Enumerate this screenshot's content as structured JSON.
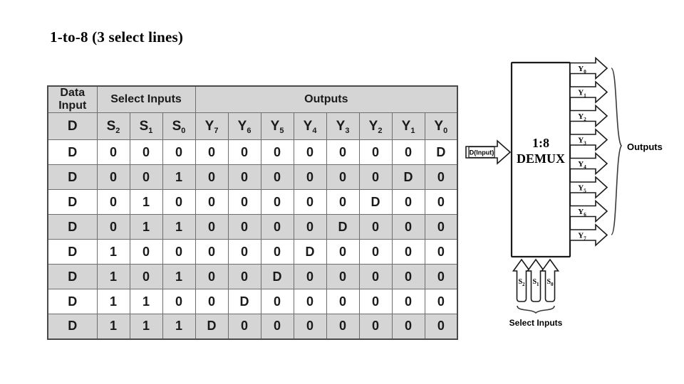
{
  "title": "1-to-8 (3 select lines)",
  "table": {
    "group_headers": [
      {
        "label": "Data Input",
        "span": 1
      },
      {
        "label": "Select Inputs",
        "span": 3
      },
      {
        "label": "Outputs",
        "span": 8
      }
    ],
    "column_headers": [
      {
        "base": "D",
        "sub": ""
      },
      {
        "base": "S",
        "sub": "2"
      },
      {
        "base": "S",
        "sub": "1"
      },
      {
        "base": "S",
        "sub": "0"
      },
      {
        "base": "Y",
        "sub": "7"
      },
      {
        "base": "Y",
        "sub": "6"
      },
      {
        "base": "Y",
        "sub": "5"
      },
      {
        "base": "Y",
        "sub": "4"
      },
      {
        "base": "Y",
        "sub": "3"
      },
      {
        "base": "Y",
        "sub": "2"
      },
      {
        "base": "Y",
        "sub": "1"
      },
      {
        "base": "Y",
        "sub": "0"
      }
    ],
    "rows": [
      [
        "D",
        "0",
        "0",
        "0",
        "0",
        "0",
        "0",
        "0",
        "0",
        "0",
        "0",
        "D"
      ],
      [
        "D",
        "0",
        "0",
        "1",
        "0",
        "0",
        "0",
        "0",
        "0",
        "0",
        "D",
        "0"
      ],
      [
        "D",
        "0",
        "1",
        "0",
        "0",
        "0",
        "0",
        "0",
        "0",
        "D",
        "0",
        "0"
      ],
      [
        "D",
        "0",
        "1",
        "1",
        "0",
        "0",
        "0",
        "0",
        "D",
        "0",
        "0",
        "0"
      ],
      [
        "D",
        "1",
        "0",
        "0",
        "0",
        "0",
        "0",
        "D",
        "0",
        "0",
        "0",
        "0"
      ],
      [
        "D",
        "1",
        "0",
        "1",
        "0",
        "0",
        "D",
        "0",
        "0",
        "0",
        "0",
        "0"
      ],
      [
        "D",
        "1",
        "1",
        "0",
        "0",
        "D",
        "0",
        "0",
        "0",
        "0",
        "0",
        "0"
      ],
      [
        "D",
        "1",
        "1",
        "1",
        "D",
        "0",
        "0",
        "0",
        "0",
        "0",
        "0",
        "0"
      ]
    ]
  },
  "diagram": {
    "input_label": "D(Input)",
    "block_line1": "1:8",
    "block_line2": "DEMUX",
    "outputs_bracket_label": "Outputs",
    "select_bracket_label": "Select Inputs",
    "outputs": [
      {
        "base": "Y",
        "sub": "0"
      },
      {
        "base": "Y",
        "sub": "1"
      },
      {
        "base": "Y",
        "sub": "2"
      },
      {
        "base": "Y",
        "sub": "3"
      },
      {
        "base": "Y",
        "sub": "4"
      },
      {
        "base": "Y",
        "sub": "5"
      },
      {
        "base": "Y",
        "sub": "6"
      },
      {
        "base": "Y",
        "sub": "7"
      }
    ],
    "selects": [
      {
        "base": "S",
        "sub": "2"
      },
      {
        "base": "S",
        "sub": "1"
      },
      {
        "base": "S",
        "sub": "0"
      }
    ]
  },
  "colors": {
    "header_gray": "#d5d5d5",
    "row_gray": "#d5d5d5",
    "row_white": "#ffffff",
    "border": "#6e6e6e",
    "ink": "#1a1a1a",
    "background": "#ffffff"
  }
}
